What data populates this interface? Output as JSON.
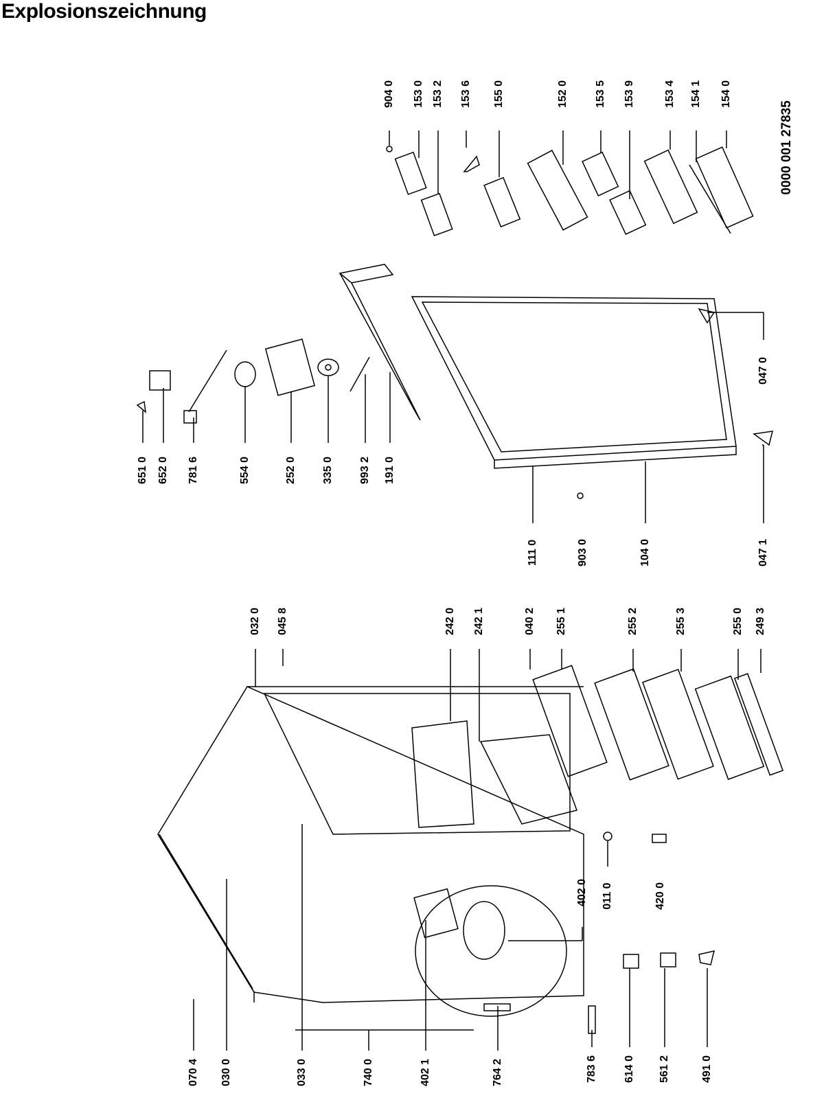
{
  "title": "Explosionszeichnung",
  "document_number": "0000 001 27835",
  "labels": {
    "door_accessories": [
      "904 0",
      "153 0",
      "153 2",
      "153 6",
      "155 0",
      "152 0",
      "153 5",
      "153 9",
      "153 4",
      "154 1",
      "154 0"
    ],
    "door_parts": [
      "651 0",
      "652 0",
      "781 6",
      "554 0",
      "252 0",
      "335 0",
      "993 2",
      "191 0",
      "047 0"
    ],
    "door_lower": [
      "111 0",
      "903 0",
      "104 0",
      "047 1"
    ],
    "cabinet_right": [
      "032 0",
      "045 8",
      "242 0",
      "242 1",
      "040 2",
      "255 1",
      "255 2",
      "255 3",
      "255 0",
      "249 3"
    ],
    "cabinet_mid": [
      "402 0",
      "011 0",
      "420 0"
    ],
    "cabinet_bottom": [
      "070 4",
      "030 0",
      "033 0",
      "740 0",
      "402 1",
      "764 2",
      "783 6",
      "614 0",
      "561 2",
      "491 0"
    ]
  }
}
